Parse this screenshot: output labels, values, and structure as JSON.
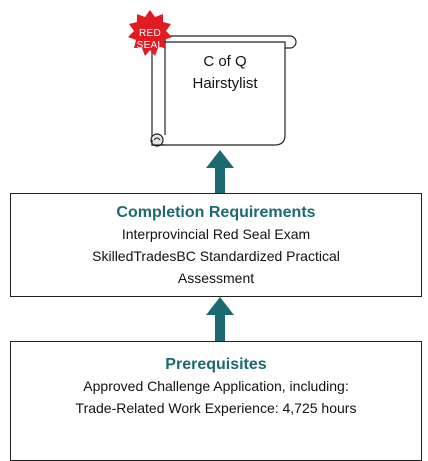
{
  "certificate": {
    "seal_line1": "RED",
    "seal_line2": "SEAL",
    "title_line1": "C of Q",
    "title_line2": "Hairstylist"
  },
  "completion": {
    "title": "Completion Requirements",
    "lines": [
      "Interprovincial Red Seal Exam",
      "SkilledTradesBC Standardized Practical",
      "Assessment"
    ]
  },
  "prerequisites": {
    "title": "Prerequisites",
    "lines": [
      "Approved Challenge Application, including:",
      "Trade-Related Work Experience: 4,725 hours"
    ]
  },
  "colors": {
    "accent": "#1b6a72",
    "seal": "#e01b22"
  }
}
